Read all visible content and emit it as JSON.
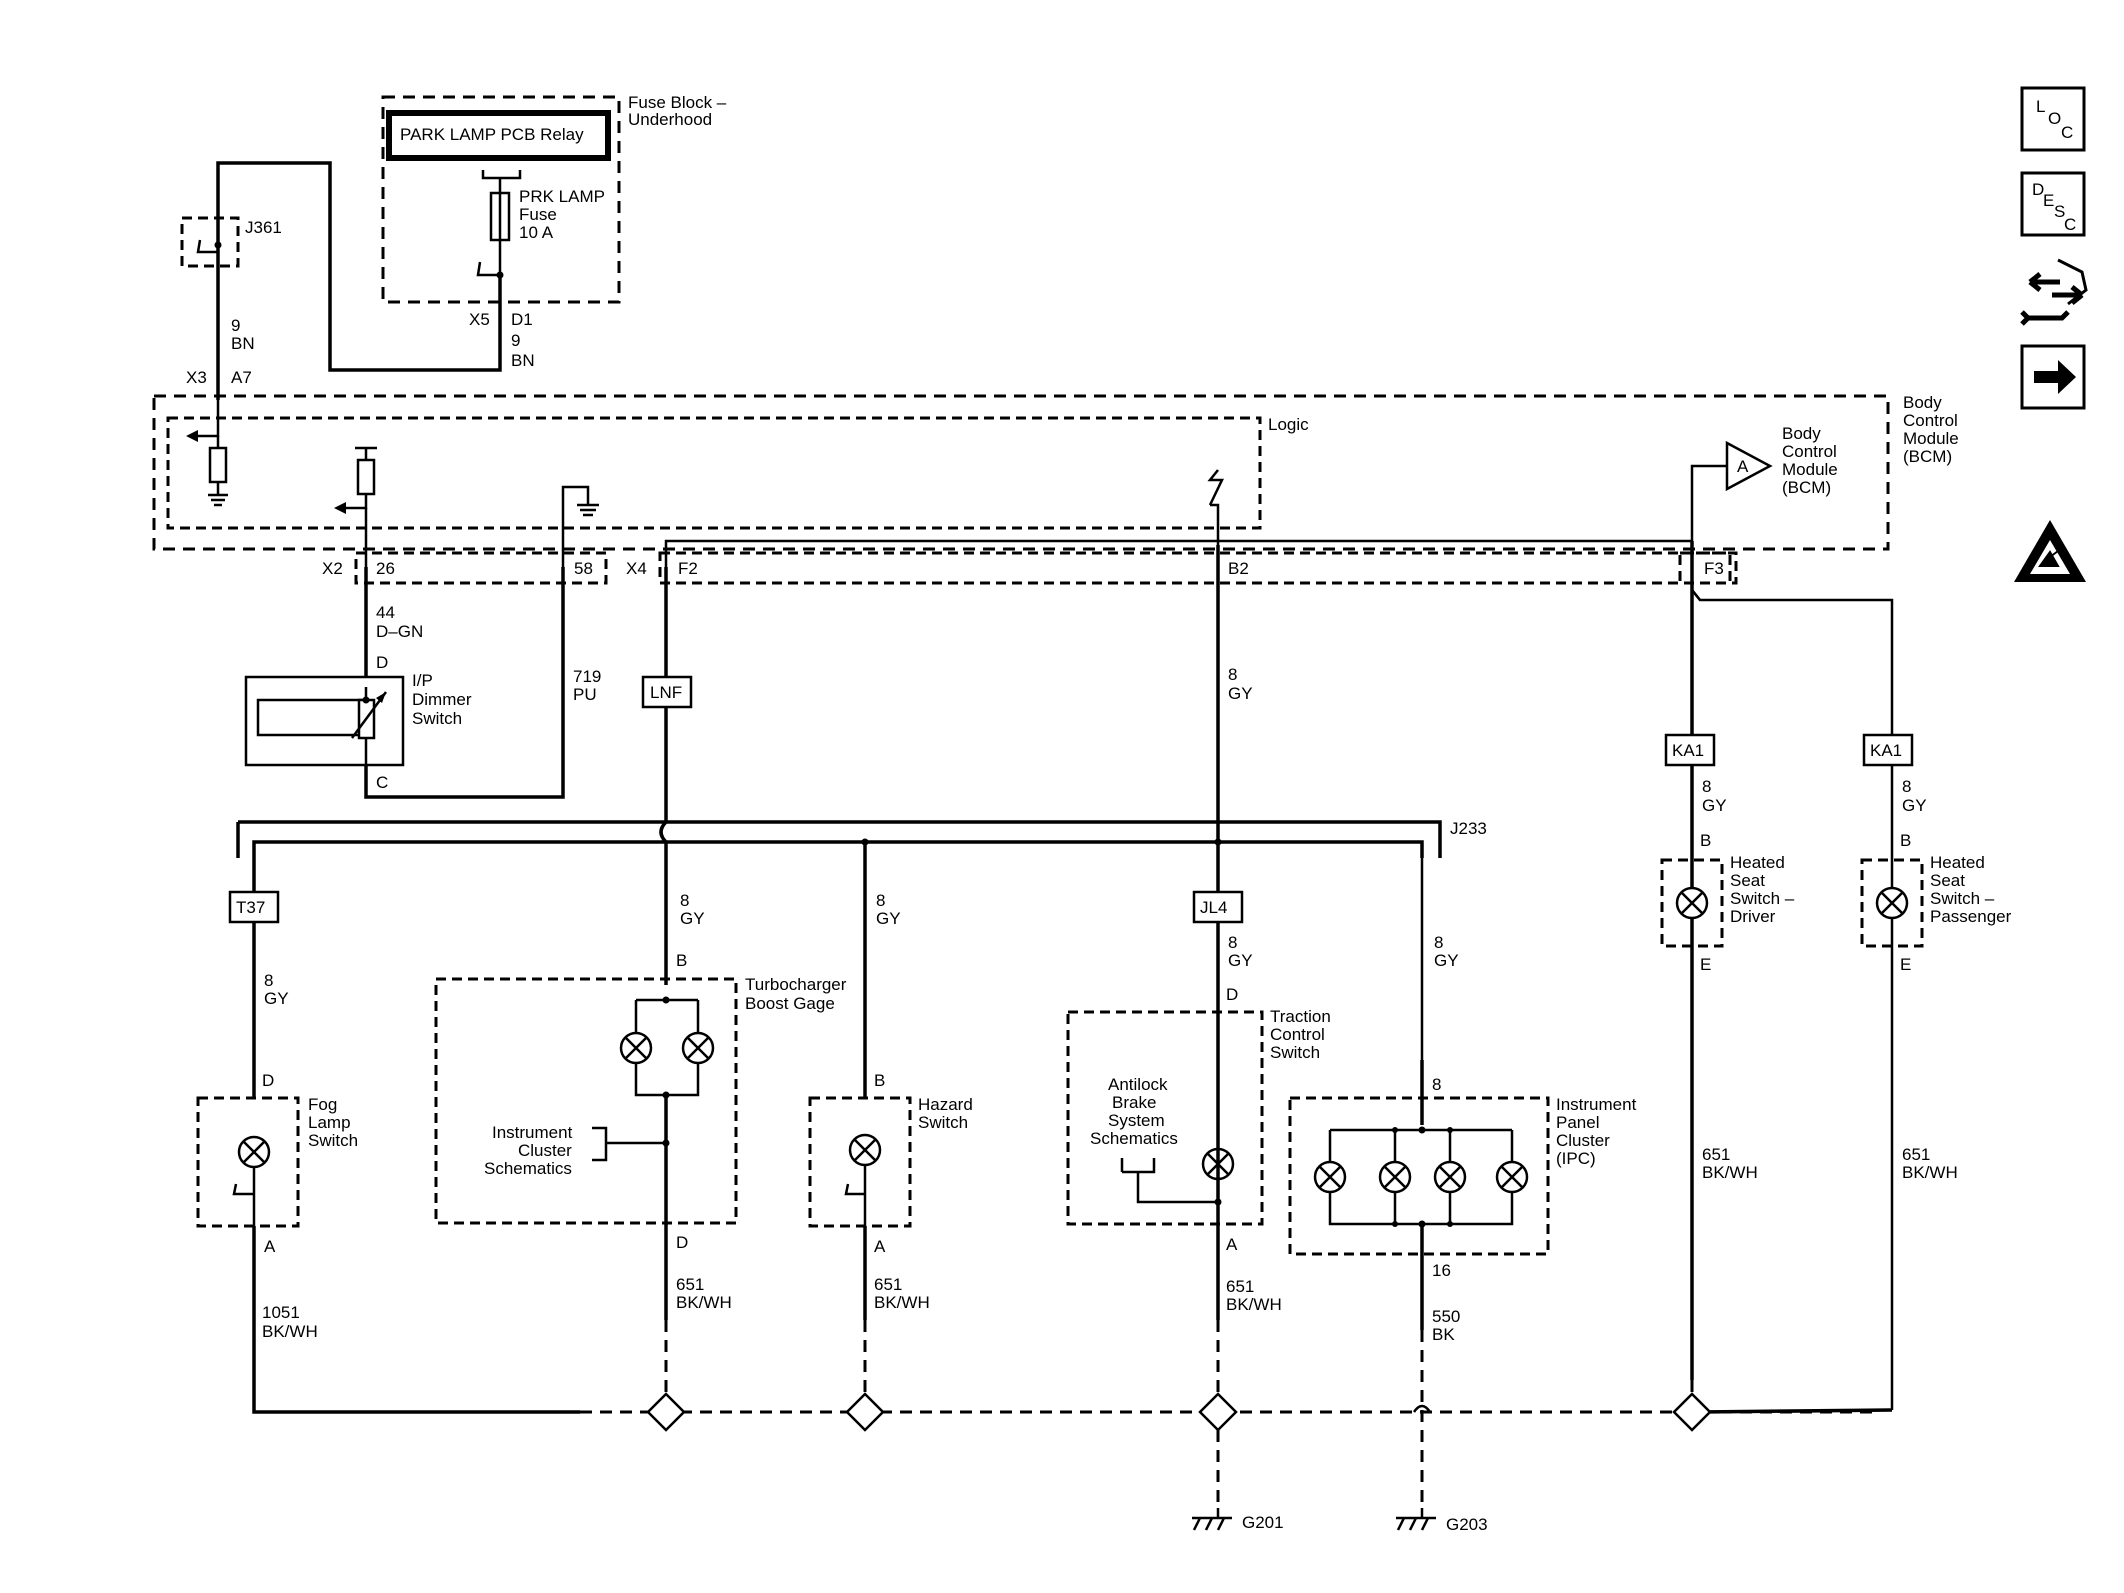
{
  "fuse_block": {
    "label": "Fuse Block –",
    "label2": "Underhood",
    "relay": "PARK LAMP PCB Relay",
    "fuse_name": "PRK LAMP",
    "fuse_word": "Fuse",
    "fuse_rating": "10 A",
    "conn_x5": "X5",
    "pin_d1": "D1",
    "wire_9": "9",
    "wire_bn": "BN"
  },
  "j361": {
    "label": "J361",
    "wire_9": "9",
    "wire_bn": "BN",
    "conn_x3": "X3",
    "pin_a7": "A7"
  },
  "bcm": {
    "logic": "Logic",
    "name1": "Body",
    "name2": "Control",
    "name3": "Module",
    "name4": "(BCM)",
    "inner1": "Body",
    "inner2": "Control",
    "inner3": "Module",
    "inner4": "(BCM)",
    "amp": "A",
    "conn_x2": "X2",
    "pin_26": "26",
    "pin_58": "58",
    "conn_x4": "X4",
    "pin_f2": "F2",
    "pin_b2": "B2",
    "pin_f3": "F3"
  },
  "dimmer": {
    "wire_44": "44",
    "wire_dgn": "D–GN",
    "pin_d": "D",
    "name1": "I/P",
    "name2": "Dimmer",
    "name3": "Switch",
    "pin_c": "C",
    "wire_719": "719",
    "wire_pu": "PU"
  },
  "options": {
    "lnf": "LNF",
    "t37": "T37",
    "jl4": "JL4",
    "ka1_left": "KA1",
    "ka1_right": "KA1",
    "splice": "J233"
  },
  "wires": {
    "gy8_b2_num": "8",
    "gy8_b2_col": "GY",
    "fog_num": "8",
    "fog_col": "GY",
    "turbo_num": "8",
    "turbo_col": "GY",
    "hazard_num": "8",
    "hazard_col": "GY",
    "traction_num": "8",
    "traction_col": "GY",
    "ipc_num": "8",
    "ipc_col": "GY",
    "heat_drv_num": "8",
    "heat_drv_col": "GY",
    "heat_pass_num": "8",
    "heat_pass_col": "GY"
  },
  "fog": {
    "pin_d": "D",
    "name1": "Fog",
    "name2": "Lamp",
    "name3": "Switch",
    "pin_a": "A",
    "gnd_num": "1051",
    "gnd_col": "BK/WH"
  },
  "turbo": {
    "pin_b": "B",
    "name1": "Turbocharger",
    "name2": "Boost Gage",
    "ref1": "Instrument",
    "ref2": "Cluster",
    "ref3": "Schematics",
    "pin_d": "D",
    "gnd_num": "651",
    "gnd_col": "BK/WH"
  },
  "hazard": {
    "pin_b": "B",
    "name1": "Hazard",
    "name2": "Switch",
    "pin_a": "A",
    "gnd_num": "651",
    "gnd_col": "BK/WH"
  },
  "traction": {
    "pin_d": "D",
    "name1": "Traction",
    "name2": "Control",
    "name3": "Switch",
    "ref1": "Antilock",
    "ref2": "Brake",
    "ref3": "System",
    "ref4": "Schematics",
    "pin_a": "A",
    "gnd_num": "651",
    "gnd_col": "BK/WH"
  },
  "ipc": {
    "pin_8": "8",
    "name1": "Instrument",
    "name2": "Panel",
    "name3": "Cluster",
    "name4": "(IPC)",
    "pin_16": "16",
    "gnd_num": "550",
    "gnd_col": "BK"
  },
  "heat_driver": {
    "pin_b": "B",
    "name1": "Heated",
    "name2": "Seat",
    "name3": "Switch –",
    "name4": "Driver",
    "pin_e": "E",
    "gnd_num": "651",
    "gnd_col": "BK/WH"
  },
  "heat_passenger": {
    "pin_b": "B",
    "name1": "Heated",
    "name2": "Seat",
    "name3": "Switch –",
    "name4": "Passenger",
    "pin_e": "E",
    "gnd_num": "651",
    "gnd_col": "BK/WH"
  },
  "grounds": {
    "g201": "G201",
    "g203": "G203"
  },
  "sidebar": {
    "loc_l": "L",
    "loc_o": "O",
    "loc_c": "C",
    "desc_d": "D",
    "desc_e": "E",
    "desc_s": "S",
    "desc_c": "C"
  }
}
